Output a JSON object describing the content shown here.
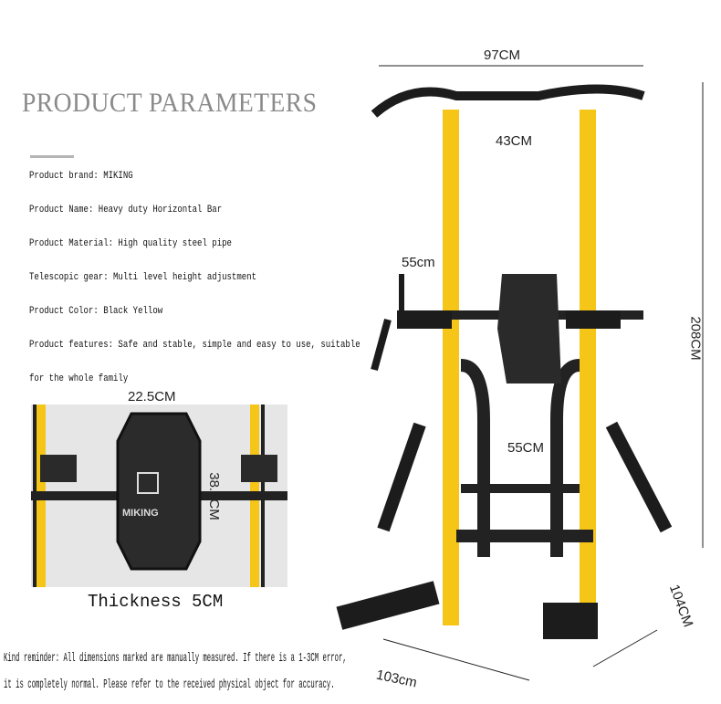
{
  "title": "PRODUCT PARAMETERS",
  "specs": [
    "Product brand: MIKING",
    "Product Name: Heavy duty Horizontal Bar",
    "Product Material: High quality steel pipe",
    "Telescopic gear: Multi level height adjustment",
    "Product Color: Black Yellow",
    "Product features: Safe and stable, simple and easy to use, suitable",
    "for the whole family"
  ],
  "inset": {
    "width": "22.5CM",
    "height": "38.5CM",
    "brand": "MIKING",
    "thickness": "Thickness 5CM"
  },
  "dimensions": {
    "width_top": "97CM",
    "grip": "43CM",
    "dip": "55cm",
    "inner": "55CM",
    "height": "208CM",
    "depth": "104CM",
    "base": "103cm"
  },
  "reminder": [
    "Kind reminder: All dimensions marked are manually measured. If there is a 1-3CM error,",
    "it is completely normal. Please refer to the received physical object for accuracy."
  ],
  "colors": {
    "yellow": "#f5c518",
    "black": "#1c1c1c"
  }
}
